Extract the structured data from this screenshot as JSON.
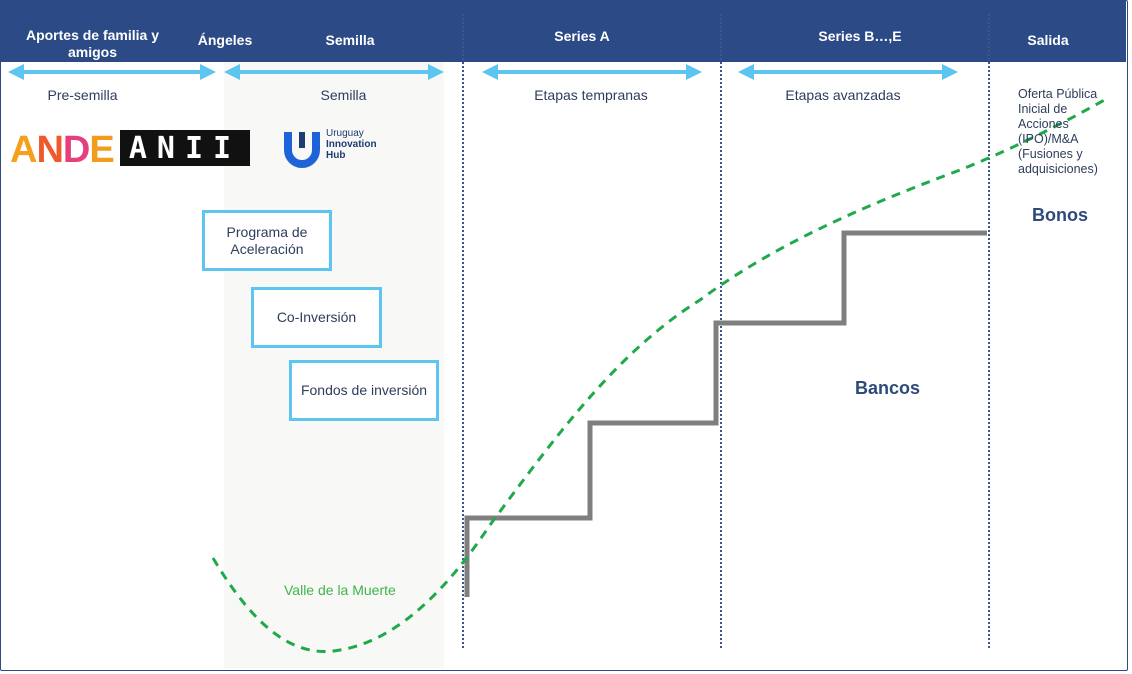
{
  "header": {
    "family": "Aportes de familia y amigos",
    "angels": "Ángeles",
    "seed": "Semilla",
    "series_a": "Series A",
    "series_b": "Series B…,E",
    "exit": "Salida"
  },
  "stages": {
    "preseed": "Pre-semilla",
    "seed": "Semilla",
    "early": "Etapas tempranas",
    "advanced": "Etapas avanzadas",
    "exit": "Oferta Pública Inicial de Acciones (IPO)/M&A (Fusiones y adquisiciones)"
  },
  "logos": {
    "ande": "ANDE",
    "anii": "ANII",
    "uruguay_innovation_hub": "Uruguay Innovation Hub"
  },
  "programs": {
    "acceleration": "Programa de Aceleración",
    "coinvestment": "Co-Inversión",
    "funds": "Fondos de inversión"
  },
  "labels": {
    "valley": "Valle de la Muerte",
    "banks": "Bancos",
    "bonds": "Bonos"
  },
  "colors": {
    "header": "#2b4a86",
    "arrow": "#5cc6f0",
    "curve": "#1faa4a",
    "steps": "#7f7f7f",
    "label_dark": "#2e4a7a"
  }
}
